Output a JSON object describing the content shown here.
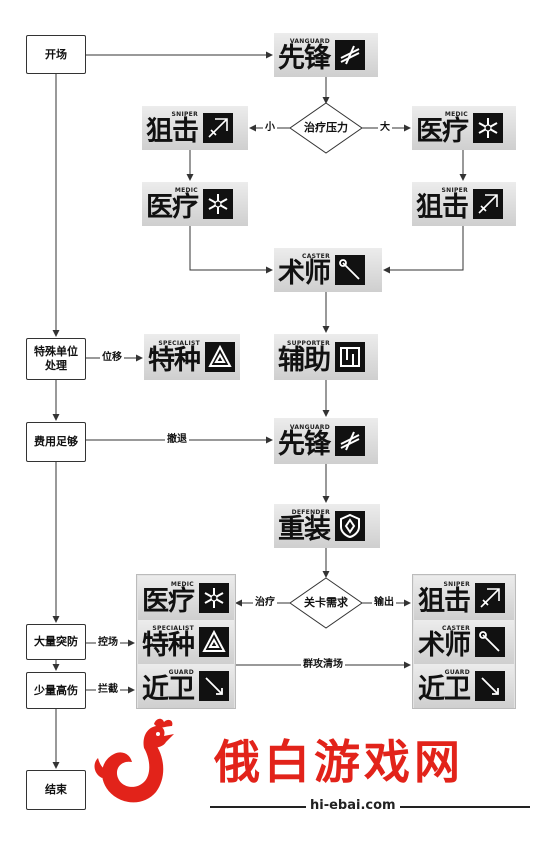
{
  "boxes": {
    "start": "开场",
    "special": "特殊单位\n处理",
    "cost": "费用足够",
    "aoe": "大量突防",
    "few": "少量高伤",
    "end": "结束"
  },
  "diamonds": {
    "heal": "治疗压力",
    "stage": "关卡需求"
  },
  "edge_labels": {
    "small": "小",
    "big": "大",
    "displace": "位移",
    "retreat": "撤退",
    "heal": "治疗",
    "dps": "输出",
    "control": "控场",
    "block": "拦截",
    "clear": "群攻清场"
  },
  "classes": {
    "vanguard": {
      "en": "VANGUARD",
      "zh": "先锋",
      "icon": "vanguard-icon"
    },
    "sniper": {
      "en": "SNIPER",
      "zh": "狙击",
      "icon": "sniper-icon"
    },
    "medic": {
      "en": "MEDIC",
      "zh": "医疗",
      "icon": "medic-icon"
    },
    "caster": {
      "en": "CASTER",
      "zh": "术师",
      "icon": "caster-icon"
    },
    "supporter": {
      "en": "SUPPORTER",
      "zh": "辅助",
      "icon": "supporter-icon"
    },
    "specialist": {
      "en": "SPECIALIST",
      "zh": "特种",
      "icon": "specialist-icon"
    },
    "defender": {
      "en": "DEFENDER",
      "zh": "重装",
      "icon": "defender-icon"
    },
    "guard": {
      "en": "GUARD",
      "zh": "近卫",
      "icon": "guard-icon"
    }
  },
  "watermark": {
    "brand": "俄白游戏网",
    "url": "hi-ebai.com"
  }
}
